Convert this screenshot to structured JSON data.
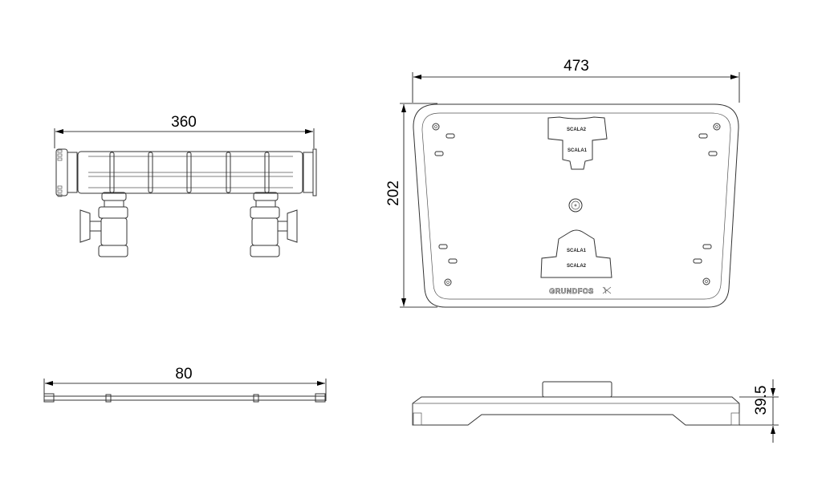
{
  "dimensions": {
    "front_width": "360",
    "side_width": "80",
    "plate_width": "473",
    "plate_height": "202",
    "plate_thickness": "39.5"
  },
  "plate_labels": {
    "top_upper": "SCALA2",
    "top_lower": "SCALA1",
    "bottom_upper": "SCALA1",
    "bottom_lower": "SCALA2"
  },
  "logo": "GRUNDFOS"
}
